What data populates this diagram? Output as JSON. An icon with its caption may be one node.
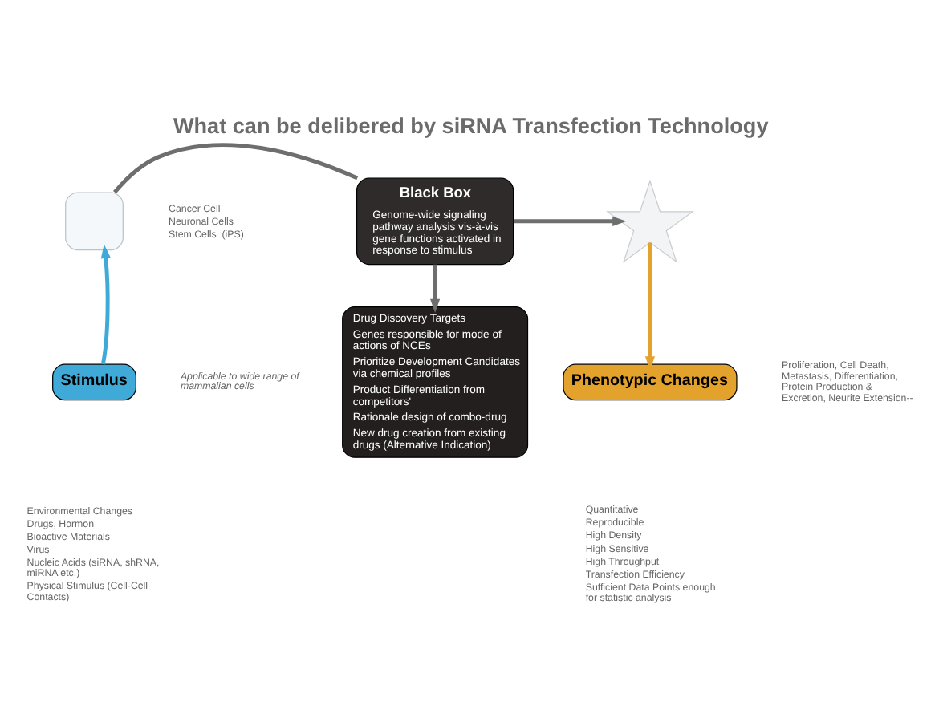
{
  "diagram": {
    "title": "What can be delibered by siRNA Transfection Technology",
    "nodes": [
      {
        "text": [],
        "shape": "box"
      },
      {
        "text": [
          "Black Box",
          "Genome-wide signaling pathway analysis vis-à-vis gene functions activated in response to stimulus"
        ]
      },
      {
        "text": [],
        "shape": "star"
      },
      {
        "text": [
          "Stimulus"
        ]
      },
      {
        "text": [
          "Drug Discovery Targets",
          "Genes responsible for mode of actions of NCEs",
          "Prioritize Development Candidates via chemical profiles",
          "Product Differentiation from competitors'",
          "Rationale design of combo-drug",
          "New drug creation from existing drugs (Alternative Indication)"
        ]
      },
      {
        "text": [
          "Phenotypic Changes"
        ]
      }
    ],
    "edges": [
      {
        "from": 0,
        "to": 1,
        "arrow": "none"
      },
      {
        "from": 1,
        "to": 2,
        "arrow": "to"
      },
      {
        "from": 3,
        "to": 0,
        "arrow": "to",
        "color": "#3fa9d8"
      },
      {
        "from": 1,
        "to": 4,
        "arrow": "to"
      },
      {
        "from": 2,
        "to": 5,
        "arrow": "to",
        "color": "#e3a22c"
      }
    ],
    "labels": [
      "Cancer Cell",
      "Neuronal Cells",
      "Stem Cells  (iPS)",
      "Proliferation, Cell Death, Metastasis, Differentiation, Protein Production & Excretion, Neurite Extension--",
      "Applicable to wide range of mammalian cells",
      "Environmental Changes",
      "Drugs, Hormon",
      "Bioactive Materials",
      "Virus",
      "Nucleic Acids (siRNA, shRNA, miRNA etc.)",
      "Physical Stimulus (Cell-Cell Contacts)",
      "Quantitative",
      "Reproducible",
      "High Density",
      "High Sensitive",
      "High Throughput",
      "Transfection Efficiency",
      "Sufficient Data Points enough for statistic analysis"
    ]
  }
}
